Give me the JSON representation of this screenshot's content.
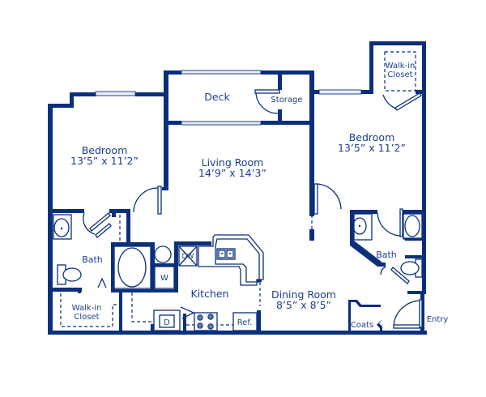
{
  "colors": {
    "wall": "#0b2f7a",
    "label": "#1d3f8c",
    "background": "#ffffff"
  },
  "rooms": {
    "bedroom_left": {
      "name": "Bedroom",
      "size": "13’5” x 11’2”"
    },
    "bedroom_right": {
      "name": "Bedroom",
      "size": "13’5” x 11’2”"
    },
    "living_room": {
      "name": "Living Room",
      "size": "14’9” x 14’3”"
    },
    "dining_room": {
      "name": "Dining Room",
      "size": "8’5” x 8’5”"
    },
    "deck": {
      "name": "Deck"
    },
    "storage": {
      "name": "Storage"
    },
    "kitchen": {
      "name": "Kitchen"
    },
    "bath_left": {
      "name": "Bath"
    },
    "bath_right": {
      "name": "Bath"
    },
    "closet_left": {
      "line1": "Walk-in",
      "line2": "Closet"
    },
    "closet_right": {
      "line1": "Walk-in",
      "line2": "Closet"
    },
    "coats": {
      "name": "Coats"
    },
    "entry": {
      "name": "Entry"
    }
  },
  "fixtures": {
    "washer": "W",
    "dryer": "D",
    "dishwasher": "DW",
    "refrigerator": "Ref."
  }
}
